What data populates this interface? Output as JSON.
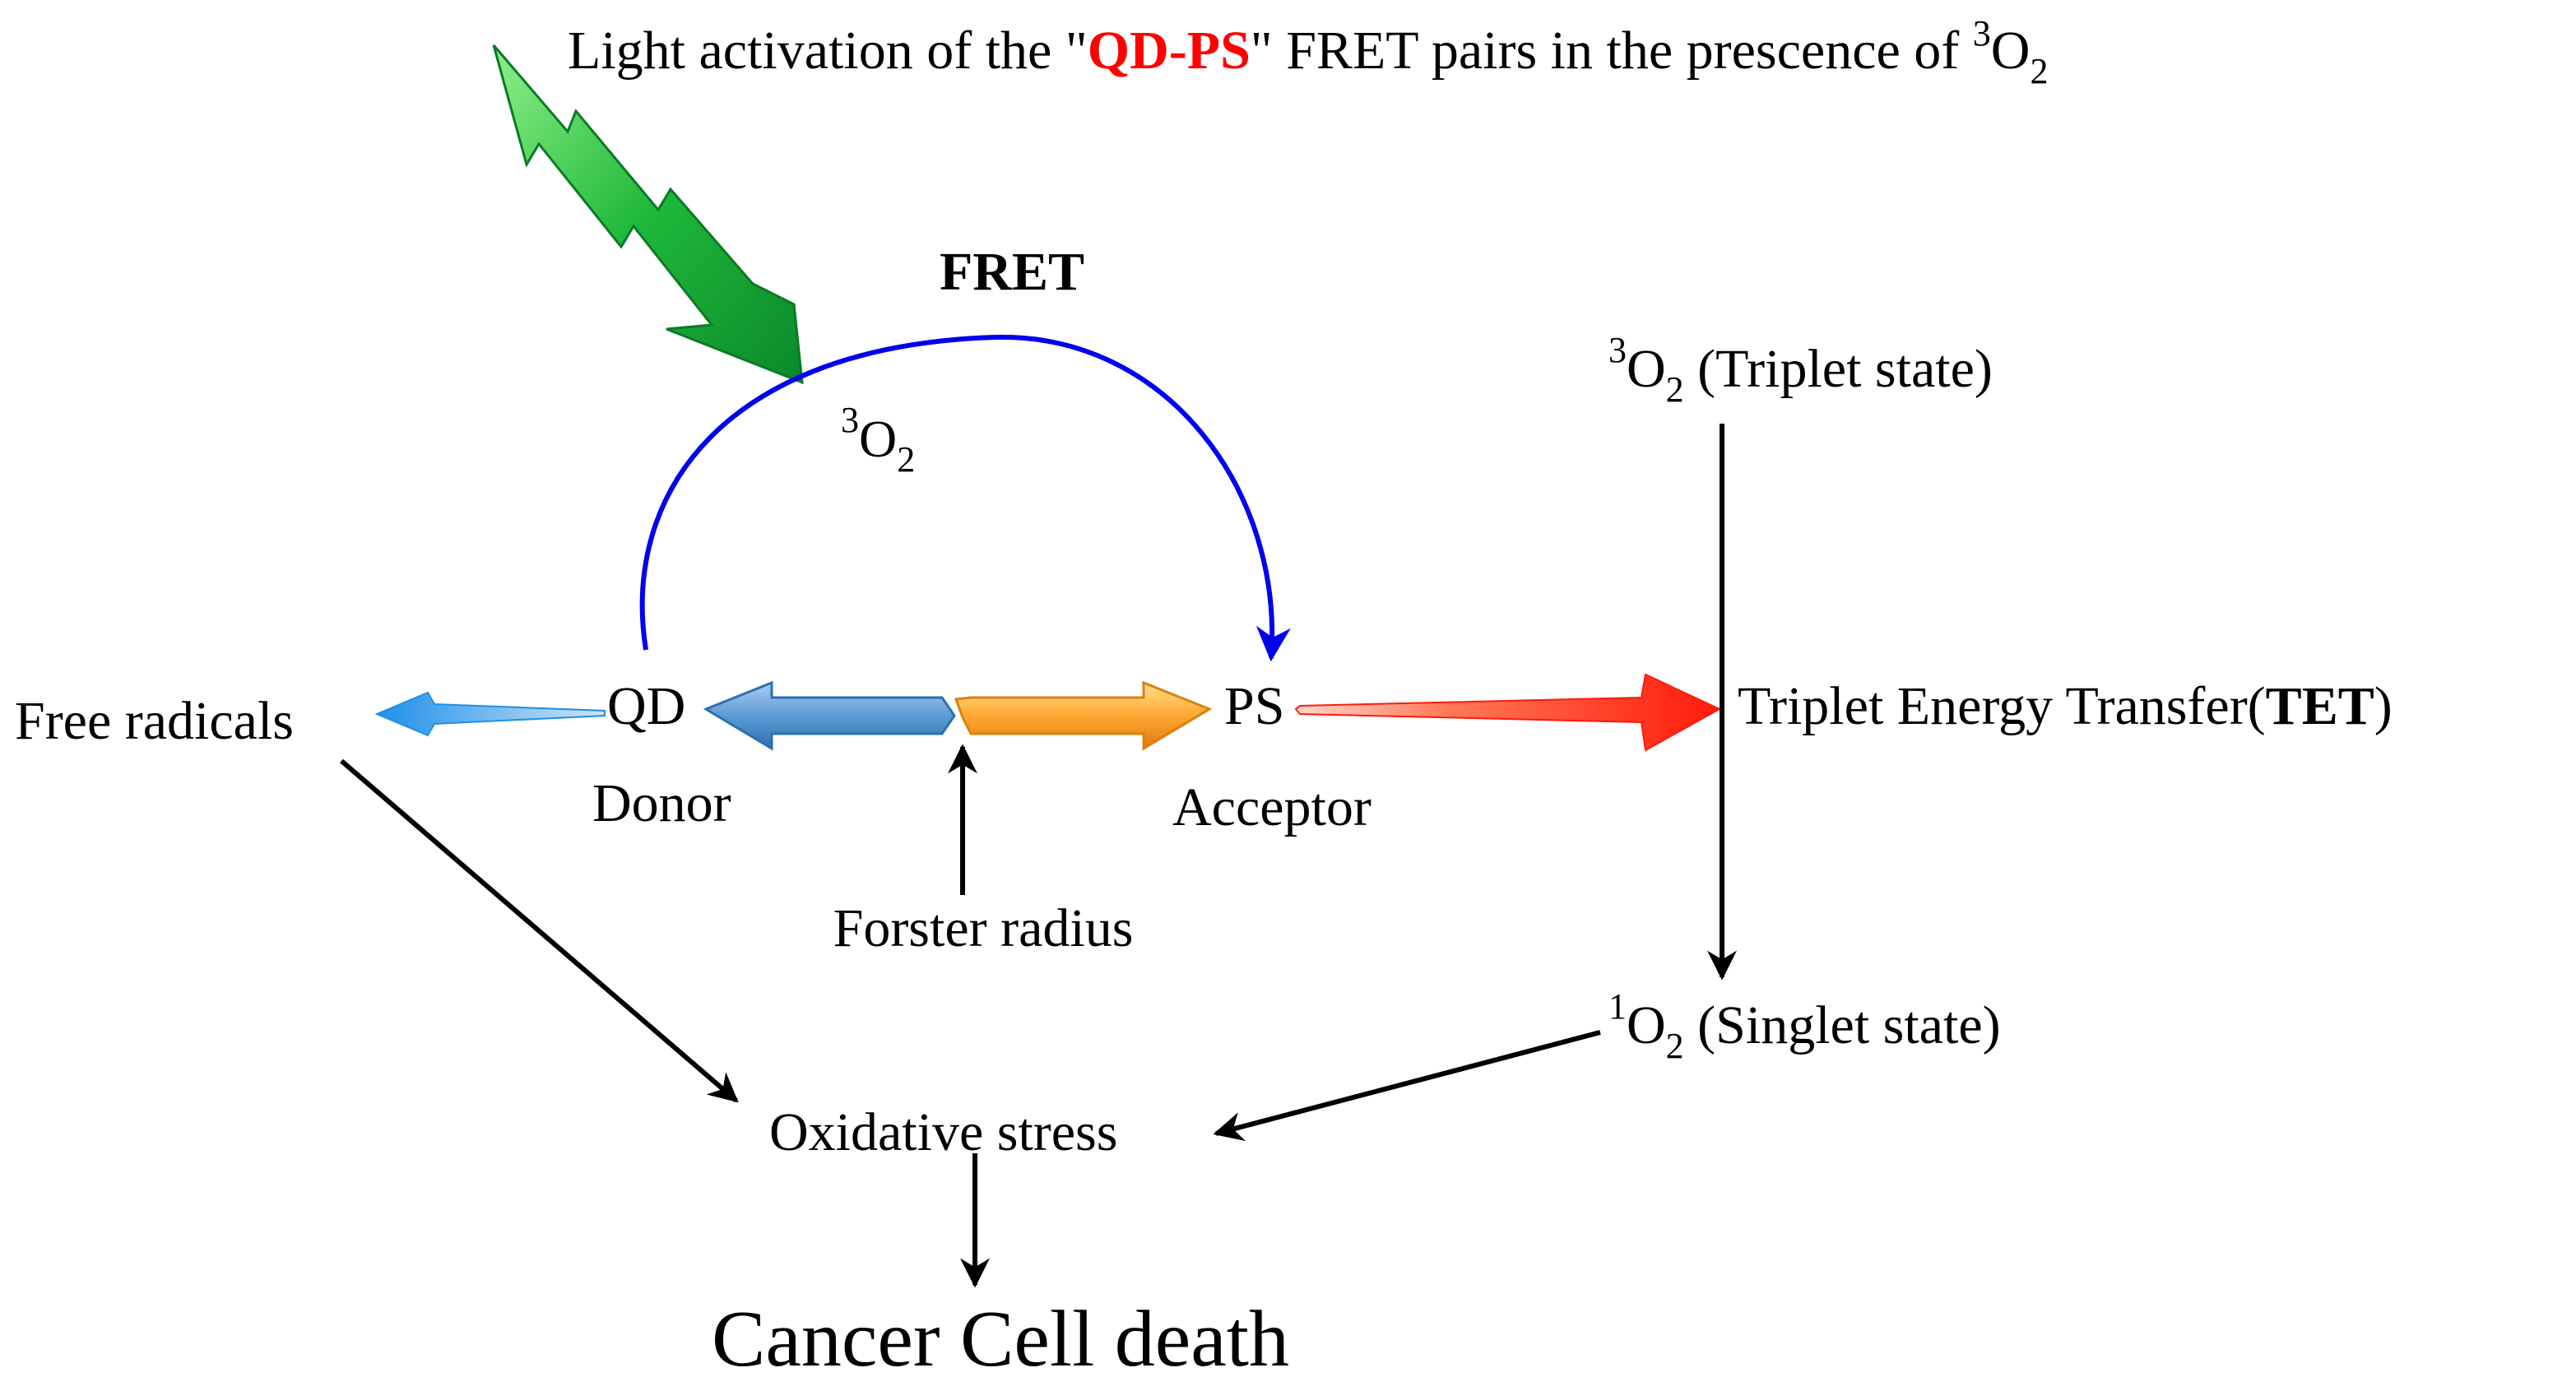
{
  "title": {
    "before": "Light activation of the \"",
    "highlight": "QD-PS",
    "after": "\" FRET pairs in the prescence of ",
    "o2_sup": "3",
    "o2_base": "O",
    "o2_sub": "2"
  },
  "fret_label": "FRET",
  "oxygen_center": {
    "sup": "3",
    "base": "O",
    "sub": "2"
  },
  "triplet_oxygen": {
    "sup": "3",
    "base": "O",
    "sub": "2",
    "label": " (Triplet state)"
  },
  "singlet_oxygen": {
    "sup": "1",
    "base": "O",
    "sub": "2",
    "label": " (Singlet state)"
  },
  "qd": "QD",
  "ps": "PS",
  "donor": "Donor",
  "acceptor": "Acceptor",
  "forster_radius": "Forster radius",
  "free_radicals": "Free radicals",
  "tet": {
    "prefix": "Triplet Energy Transfer(",
    "bold": "TET",
    "suffix": ")"
  },
  "oxidative_stress": "Oxidative stress",
  "outcome": "Cancer Cell death",
  "colors": {
    "highlight": "#ff0000",
    "fret_arc": "#0000ee",
    "lightning": "#1fb83a",
    "donor_arrow": "#5b9bd5",
    "acceptor_arrow": "#ffa833",
    "tet_arrow": "#ff2a1a",
    "radical_arrow": "#1e8fe8",
    "outcome": "#ff0000"
  }
}
